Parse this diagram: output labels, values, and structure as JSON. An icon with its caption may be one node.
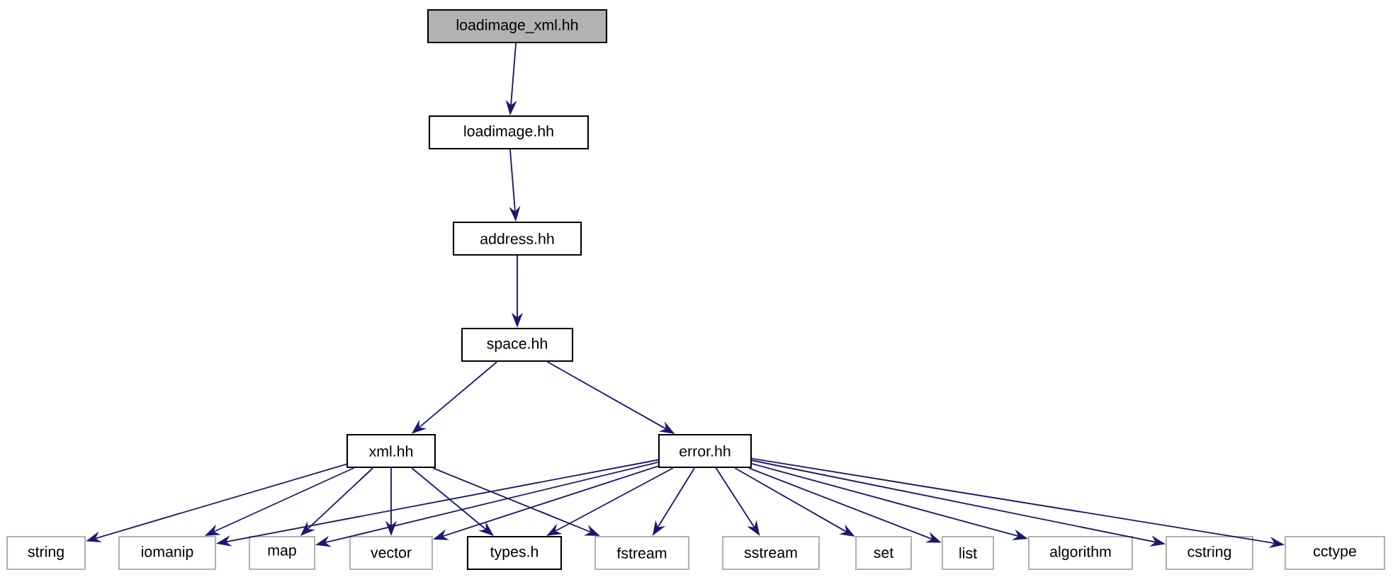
{
  "diagram": {
    "nodes": [
      {
        "text": [
          "loadimage_xml.hh"
        ]
      },
      {
        "text": [
          "loadimage.hh"
        ]
      },
      {
        "text": [
          "address.hh"
        ]
      },
      {
        "text": [
          "space.hh"
        ]
      },
      {
        "text": [
          "xml.hh"
        ]
      },
      {
        "text": [
          "error.hh"
        ]
      },
      {
        "text": [
          "string"
        ]
      },
      {
        "text": [
          "iomanip"
        ]
      },
      {
        "text": [
          "map"
        ]
      },
      {
        "text": [
          "vector"
        ]
      },
      {
        "text": [
          "types.h"
        ]
      },
      {
        "text": [
          "fstream"
        ]
      },
      {
        "text": [
          "sstream"
        ]
      },
      {
        "text": [
          "set"
        ]
      },
      {
        "text": [
          "list"
        ]
      },
      {
        "text": [
          "algorithm"
        ]
      },
      {
        "text": [
          "cstring"
        ]
      },
      {
        "text": [
          "cctype"
        ]
      }
    ],
    "edges": [
      {
        "from": 0,
        "to": 1,
        "arrow": "to"
      },
      {
        "from": 1,
        "to": 2,
        "arrow": "to"
      },
      {
        "from": 2,
        "to": 3,
        "arrow": "to"
      },
      {
        "from": 3,
        "to": 4,
        "arrow": "to"
      },
      {
        "from": 3,
        "to": 5,
        "arrow": "to"
      },
      {
        "from": 4,
        "to": 6,
        "arrow": "to"
      },
      {
        "from": 4,
        "to": 7,
        "arrow": "to"
      },
      {
        "from": 4,
        "to": 8,
        "arrow": "to"
      },
      {
        "from": 4,
        "to": 9,
        "arrow": "to"
      },
      {
        "from": 4,
        "to": 10,
        "arrow": "to"
      },
      {
        "from": 4,
        "to": 11,
        "arrow": "to"
      },
      {
        "from": 5,
        "to": 7,
        "arrow": "to"
      },
      {
        "from": 5,
        "to": 8,
        "arrow": "to"
      },
      {
        "from": 5,
        "to": 9,
        "arrow": "to"
      },
      {
        "from": 5,
        "to": 10,
        "arrow": "to"
      },
      {
        "from": 5,
        "to": 11,
        "arrow": "to"
      },
      {
        "from": 5,
        "to": 12,
        "arrow": "to"
      },
      {
        "from": 5,
        "to": 13,
        "arrow": "to"
      },
      {
        "from": 5,
        "to": 14,
        "arrow": "to"
      },
      {
        "from": 5,
        "to": 15,
        "arrow": "to"
      },
      {
        "from": 5,
        "to": 16,
        "arrow": "to"
      },
      {
        "from": 5,
        "to": 17,
        "arrow": "to"
      }
    ]
  }
}
